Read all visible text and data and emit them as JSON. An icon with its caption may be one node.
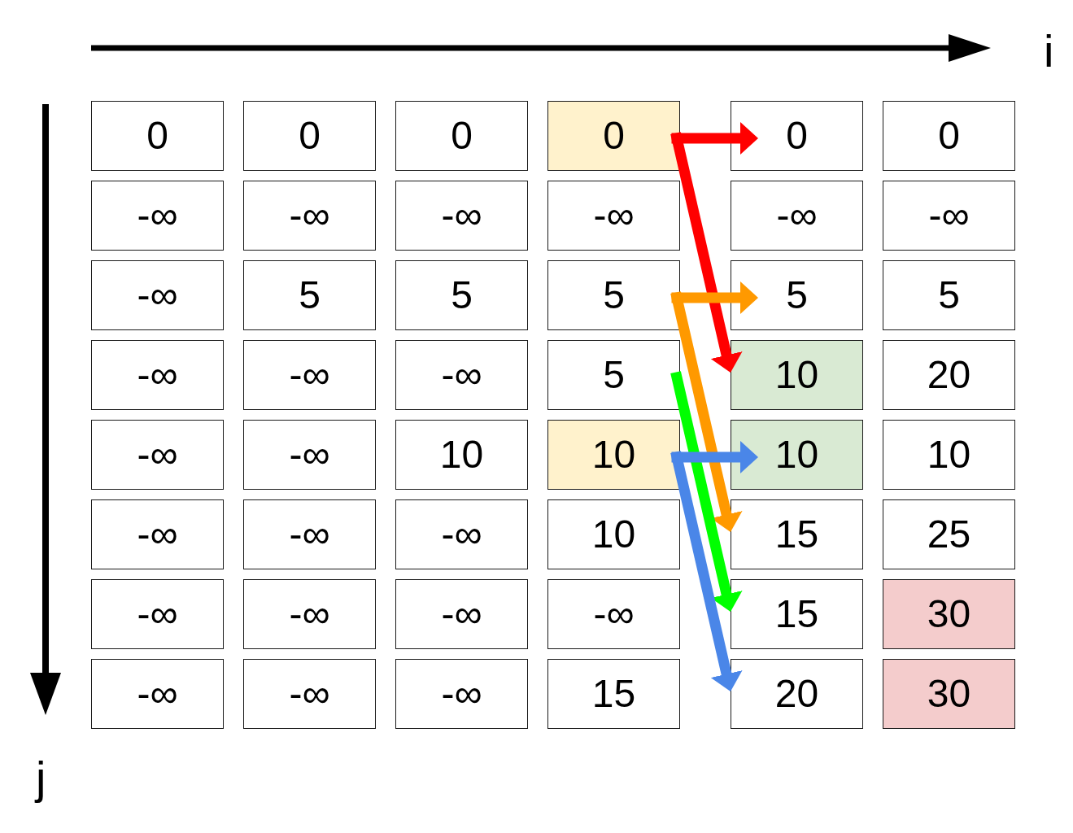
{
  "diagram": {
    "nodes": [
      {
        "text": [
          "0"
        ]
      },
      {
        "text": [
          "0"
        ]
      },
      {
        "text": [
          "0"
        ]
      },
      {
        "text": [
          "0"
        ]
      },
      {
        "text": [
          "0"
        ]
      },
      {
        "text": [
          "0"
        ]
      },
      {
        "text": [
          "-∞"
        ]
      },
      {
        "text": [
          "-∞"
        ]
      },
      {
        "text": [
          "-∞"
        ]
      },
      {
        "text": [
          "-∞"
        ]
      },
      {
        "text": [
          "-∞"
        ]
      },
      {
        "text": [
          "-∞"
        ]
      },
      {
        "text": [
          "-∞"
        ]
      },
      {
        "text": [
          "5"
        ]
      },
      {
        "text": [
          "5"
        ]
      },
      {
        "text": [
          "5"
        ]
      },
      {
        "text": [
          "5"
        ]
      },
      {
        "text": [
          "5"
        ]
      },
      {
        "text": [
          "-∞"
        ]
      },
      {
        "text": [
          "-∞"
        ]
      },
      {
        "text": [
          "-∞"
        ]
      },
      {
        "text": [
          "5"
        ]
      },
      {
        "text": [
          "10"
        ]
      },
      {
        "text": [
          "20"
        ]
      },
      {
        "text": [
          "-∞"
        ]
      },
      {
        "text": [
          "-∞"
        ]
      },
      {
        "text": [
          "10"
        ]
      },
      {
        "text": [
          "10"
        ]
      },
      {
        "text": [
          "10"
        ]
      },
      {
        "text": [
          "10"
        ]
      },
      {
        "text": [
          "-∞"
        ]
      },
      {
        "text": [
          "-∞"
        ]
      },
      {
        "text": [
          "-∞"
        ]
      },
      {
        "text": [
          "10"
        ]
      },
      {
        "text": [
          "15"
        ]
      },
      {
        "text": [
          "25"
        ]
      },
      {
        "text": [
          "-∞"
        ]
      },
      {
        "text": [
          "-∞"
        ]
      },
      {
        "text": [
          "-∞"
        ]
      },
      {
        "text": [
          "-∞"
        ]
      },
      {
        "text": [
          "15"
        ]
      },
      {
        "text": [
          "30"
        ]
      },
      {
        "text": [
          "-∞"
        ]
      },
      {
        "text": [
          "-∞"
        ]
      },
      {
        "text": [
          "-∞"
        ]
      },
      {
        "text": [
          "15"
        ]
      },
      {
        "text": [
          "20"
        ]
      },
      {
        "text": [
          "30"
        ]
      }
    ],
    "edges": [
      {
        "from": 3,
        "to": 4,
        "arrow": "to",
        "color": "#ff0000"
      },
      {
        "from": 3,
        "to": 22,
        "arrow": "to",
        "color": "#ff0000"
      },
      {
        "from": 15,
        "to": 16,
        "arrow": "to",
        "color": "#ff9900"
      },
      {
        "from": 15,
        "to": 34,
        "arrow": "to",
        "color": "#ff9900"
      },
      {
        "from": 21,
        "to": 40,
        "arrow": "to",
        "color": "#00ff00"
      },
      {
        "from": 27,
        "to": 28,
        "arrow": "to",
        "color": "#4a86e8"
      },
      {
        "from": 27,
        "to": 46,
        "arrow": "to",
        "color": "#4a86e8"
      }
    ],
    "labels": [
      "i",
      "j"
    ]
  }
}
